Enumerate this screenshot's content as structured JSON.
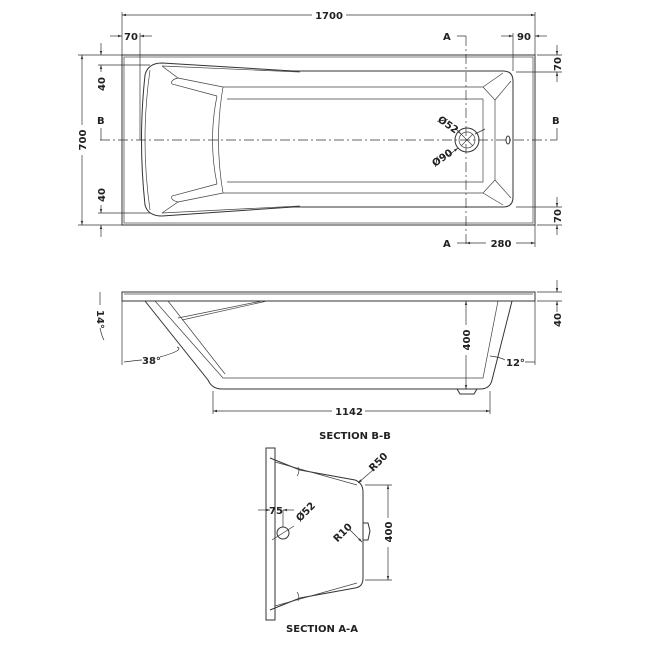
{
  "plan_view": {
    "overall_length": "1700",
    "left_rim_width": "70",
    "right_rim_width": "90",
    "overall_width": "700",
    "head_top_offset": "40",
    "head_bottom_offset": "40",
    "right_top_rim": "70",
    "right_bottom_rim": "70",
    "waste_offset": "280",
    "waste_inner_dia": "Ø52",
    "waste_outer_dia": "Ø90",
    "section_a_label": "A",
    "section_b_label": "B"
  },
  "section_b_b": {
    "title": "SECTION B-B",
    "depth": "400",
    "rim_thickness": "40",
    "base_length": "1142",
    "head_angle": "38°",
    "backrest_angle": "14°",
    "foot_angle": "12°"
  },
  "section_a_a": {
    "title": "SECTION A-A",
    "depth": "400",
    "overflow_offset": "75",
    "overflow_dia": "Ø52",
    "top_radius": "R50",
    "bottom_radius": "R10"
  }
}
